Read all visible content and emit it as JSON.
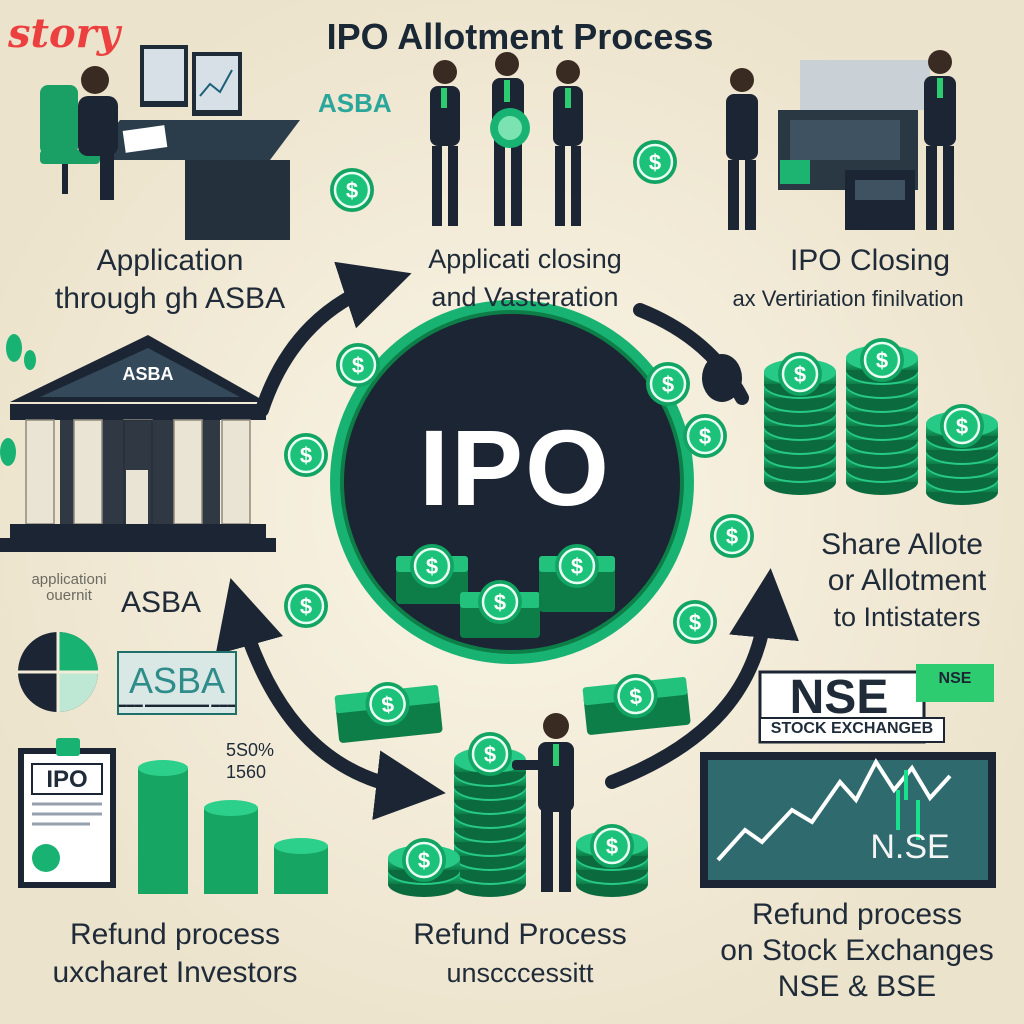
{
  "brand": {
    "logo_text": "story",
    "brand_color": "#ec4040"
  },
  "title": "IPO Allotment Process",
  "colors": {
    "background": "#f3ecd9",
    "navy": "#1b2533",
    "green": "#18b372",
    "dark_green": "#0e7e48",
    "teal": "#2aa79a"
  },
  "center": {
    "label": "IPO"
  },
  "steps": [
    {
      "id": "application",
      "lines": [
        "Application",
        "through  gh ASBA"
      ],
      "icon": "desk-investor-icon"
    },
    {
      "id": "closing",
      "lines": [
        "Applicati closing",
        "and Vasteration"
      ],
      "icon": "handshake-icon"
    },
    {
      "id": "ipo-closing",
      "lines": [
        "IPO Closing",
        "ax Vertiriation finilvation"
      ],
      "icon": "business-people-icon"
    },
    {
      "id": "share-allot",
      "lines": [
        "Share Allote",
        "or Allotment",
        "to Intistaters"
      ],
      "icon": "coin-stacks-icon"
    },
    {
      "id": "refund-investors",
      "lines": [
        "Refund process",
        "uxcharet  Investors"
      ],
      "icon": "bar-chart-icon"
    },
    {
      "id": "refund-unsuccessful",
      "lines": [
        "Refund Process",
        "unscccessitt"
      ],
      "icon": "coin-tower-icon"
    },
    {
      "id": "refund-exchange",
      "lines": [
        "Refund process",
        "on Stock Exchanges",
        "NSE & BSE"
      ],
      "icon": "stock-chart-icon"
    }
  ],
  "bank": {
    "roof_label": "ASBA",
    "caption_small": "applicationi ouernit",
    "caption_big": "ASBA"
  },
  "tags": {
    "asba_top": "ASBA",
    "asba_box": "ASBA",
    "asba_box_sub": "▬▬▬ ▬▬▬▬▬▬▬▬ ▬▬▬",
    "document": "IPO",
    "stat_1": "5S0%",
    "stat_2": "1560"
  },
  "nse": {
    "badge": "NSE",
    "badge_side": "NSE",
    "sub": "STOCK EXCHANGEB",
    "screen_label": "N.SE"
  }
}
